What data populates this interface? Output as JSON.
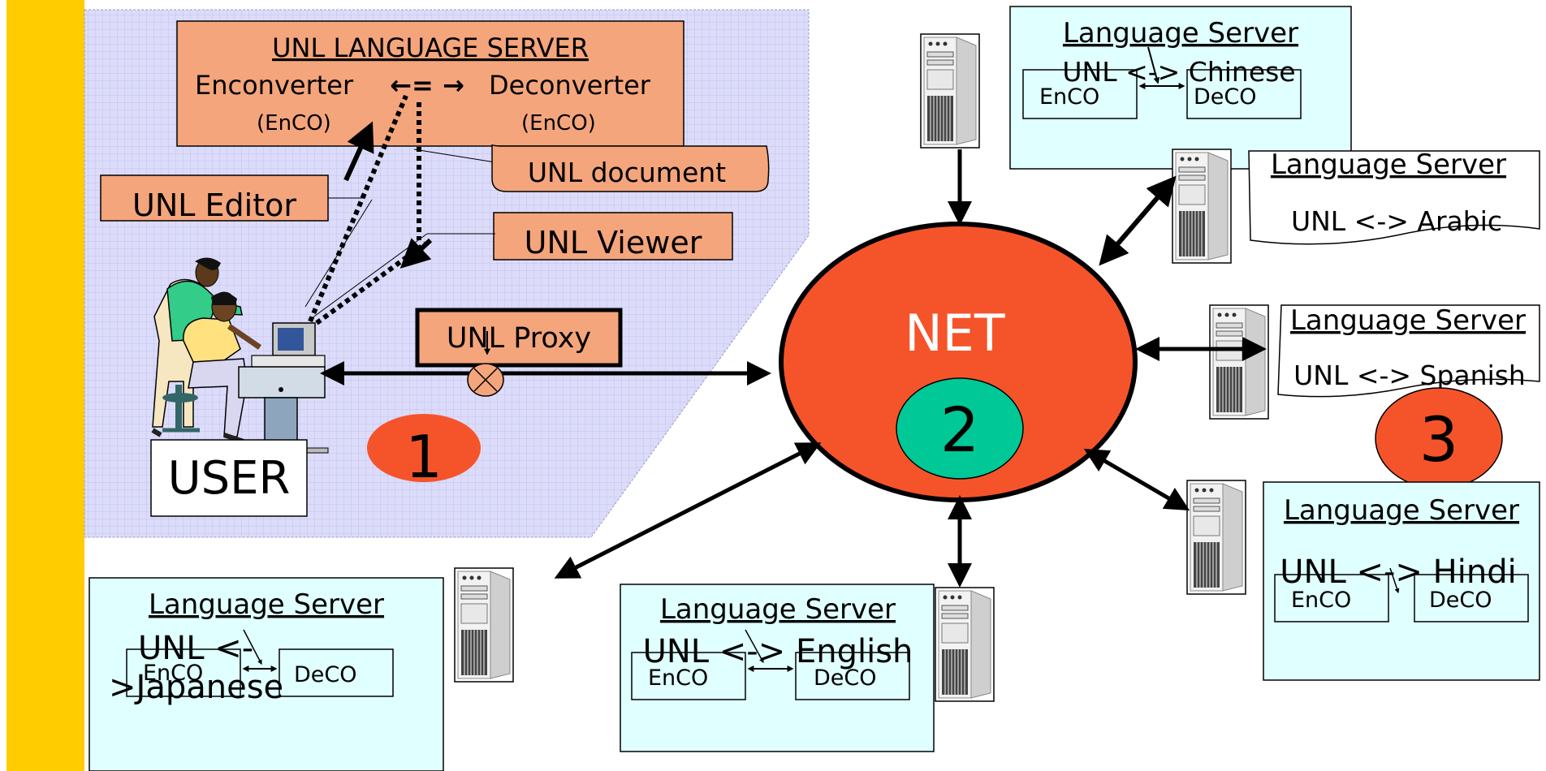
{
  "colors": {
    "side_bar": "#FFCC00",
    "user_area": "#DCDCFA",
    "orange_box": "#F4A57C",
    "server_box": "#E0FFFF",
    "net": "#F5542A",
    "badge_red": "#F5542A",
    "badge_green": "#00C896"
  },
  "user_side": {
    "server_title": "UNL LANGUAGE SERVER",
    "enconverter": "Enconverter",
    "deconverter": "Deconverter",
    "converter_arrows": "←= →",
    "enco_left": "(EnCO)",
    "enco_right": "(EnCO)",
    "unl_document": "UNL document",
    "unl_editor": "UNL Editor",
    "unl_viewer": "UNL Viewer",
    "unl_proxy": "UNL Proxy",
    "user_label": "USER",
    "badge": "1"
  },
  "net": {
    "label": "NET",
    "badge": "2"
  },
  "servers": {
    "chinese": {
      "title": "Language Server",
      "line": "UNL <-> Chinese",
      "enco": "EnCO",
      "deco": "DeCO"
    },
    "arabic": {
      "title": "Language Server",
      "line": "UNL <-> Arabic"
    },
    "spanish": {
      "title": "Language Server",
      "line": "UNL <-> Spanish",
      "badge": "3"
    },
    "hindi": {
      "title": "Language Server",
      "line": "UNL <-> Hindi",
      "enco": "EnCO",
      "deco": "DeCO"
    },
    "english": {
      "title": "Language Server",
      "line": "UNL <-> English",
      "enco": "EnCO",
      "deco": "DeCO"
    },
    "japanese": {
      "title": "Language Server",
      "line1": "UNL <-",
      "line2": ">Japanese",
      "enco": "EnCO",
      "deco": "DeCO"
    }
  }
}
